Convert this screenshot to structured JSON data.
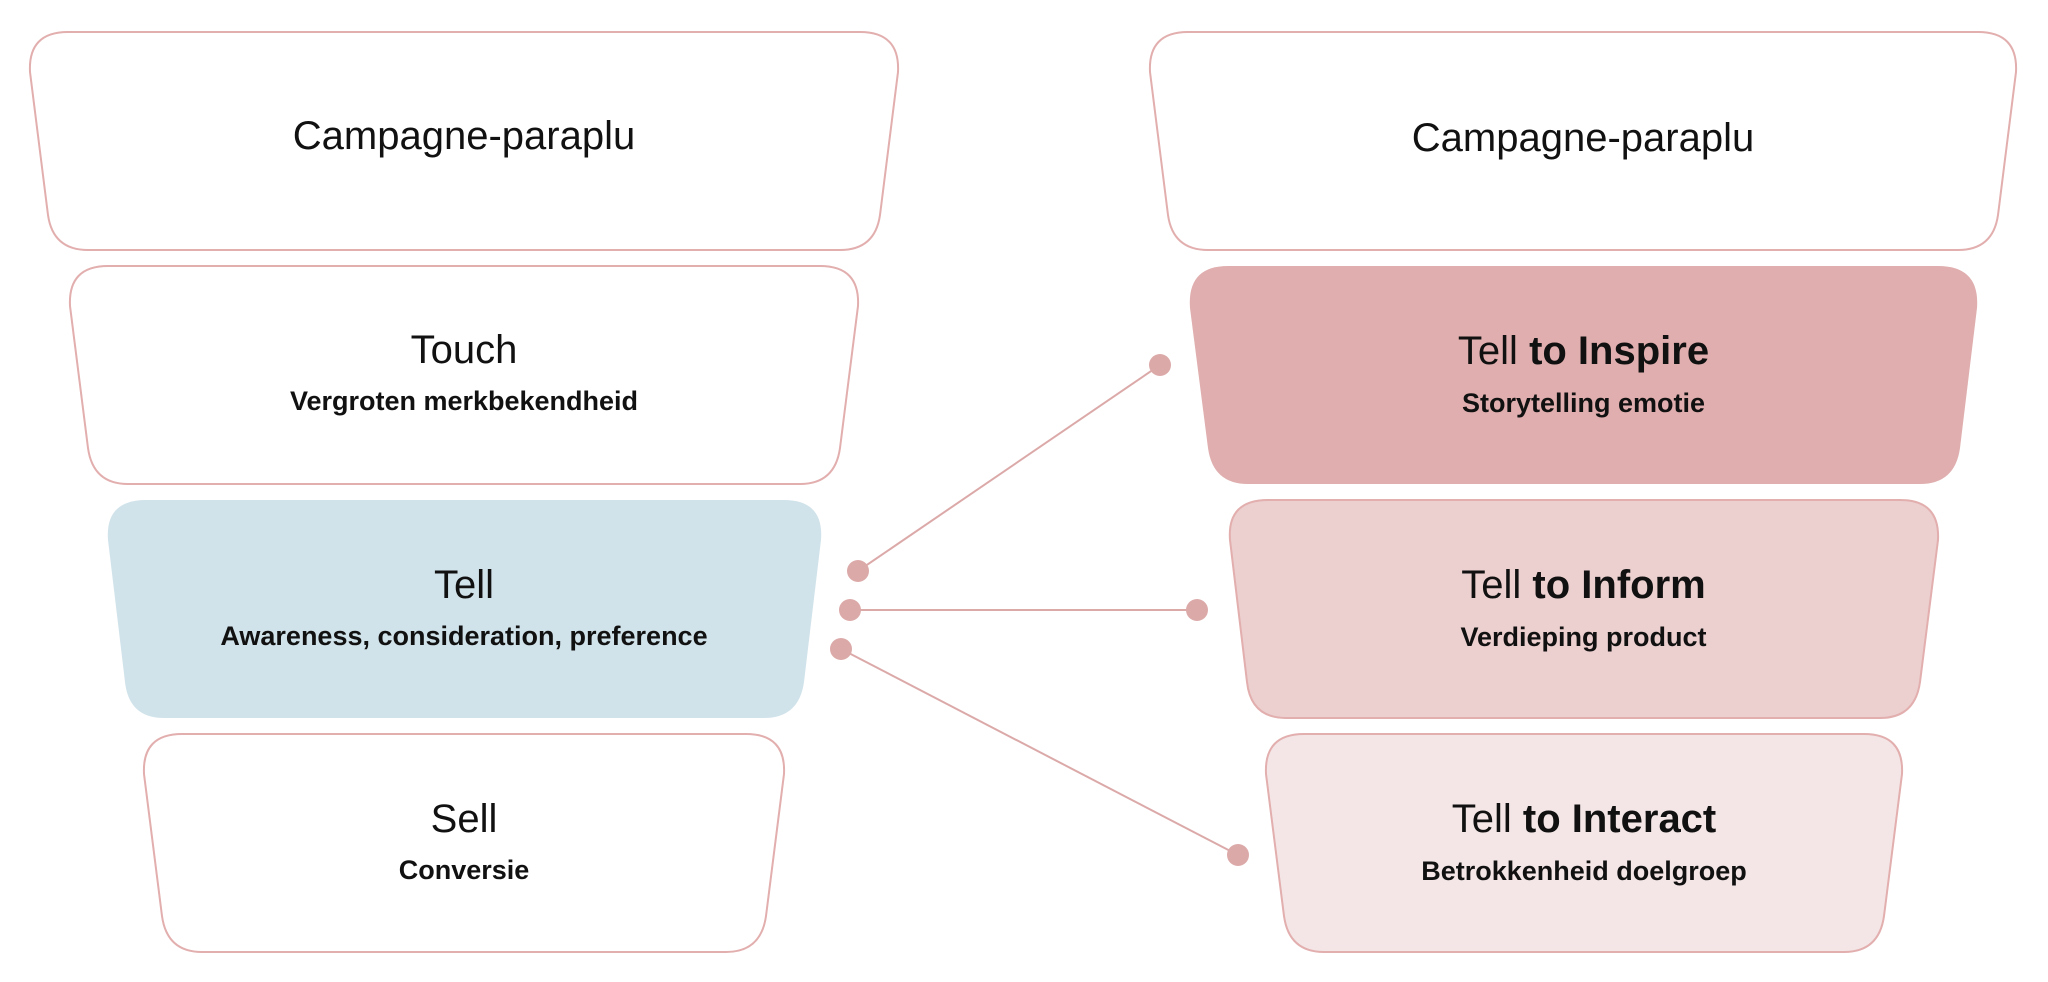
{
  "colors": {
    "outline": "#e2aeae",
    "connector": "#dca9a9",
    "tell_fill": "#d1e3ea",
    "inspire_fill": "#e0aeae",
    "inform_fill": "#eccfcf",
    "interact_fill": "#f4e6e6",
    "white_fill": "#ffffff",
    "text": "#111111"
  },
  "left_funnel": {
    "umbrella": {
      "title": "Campagne-paraplu"
    },
    "touch": {
      "title": "Touch",
      "subtitle": "Vergroten merkbekendheid"
    },
    "tell": {
      "title": "Tell",
      "subtitle": "Awareness, consideration, preference"
    },
    "sell": {
      "title": "Sell",
      "subtitle": "Conversie"
    }
  },
  "right_funnel": {
    "umbrella": {
      "title": "Campagne-paraplu"
    },
    "inspire": {
      "title_prefix": "Tell",
      "title_bold": "to Inspire",
      "subtitle": "Storytelling emotie"
    },
    "inform": {
      "title_prefix": "Tell",
      "title_bold": "to Inform",
      "subtitle": "Verdieping product"
    },
    "interact": {
      "title_prefix": "Tell",
      "title_bold": "to Interact",
      "subtitle": "Betrokkenheid doelgroep"
    }
  },
  "connectors": [
    {
      "from": "tell",
      "to": "inspire"
    },
    {
      "from": "tell",
      "to": "inform"
    },
    {
      "from": "tell",
      "to": "interact"
    }
  ]
}
